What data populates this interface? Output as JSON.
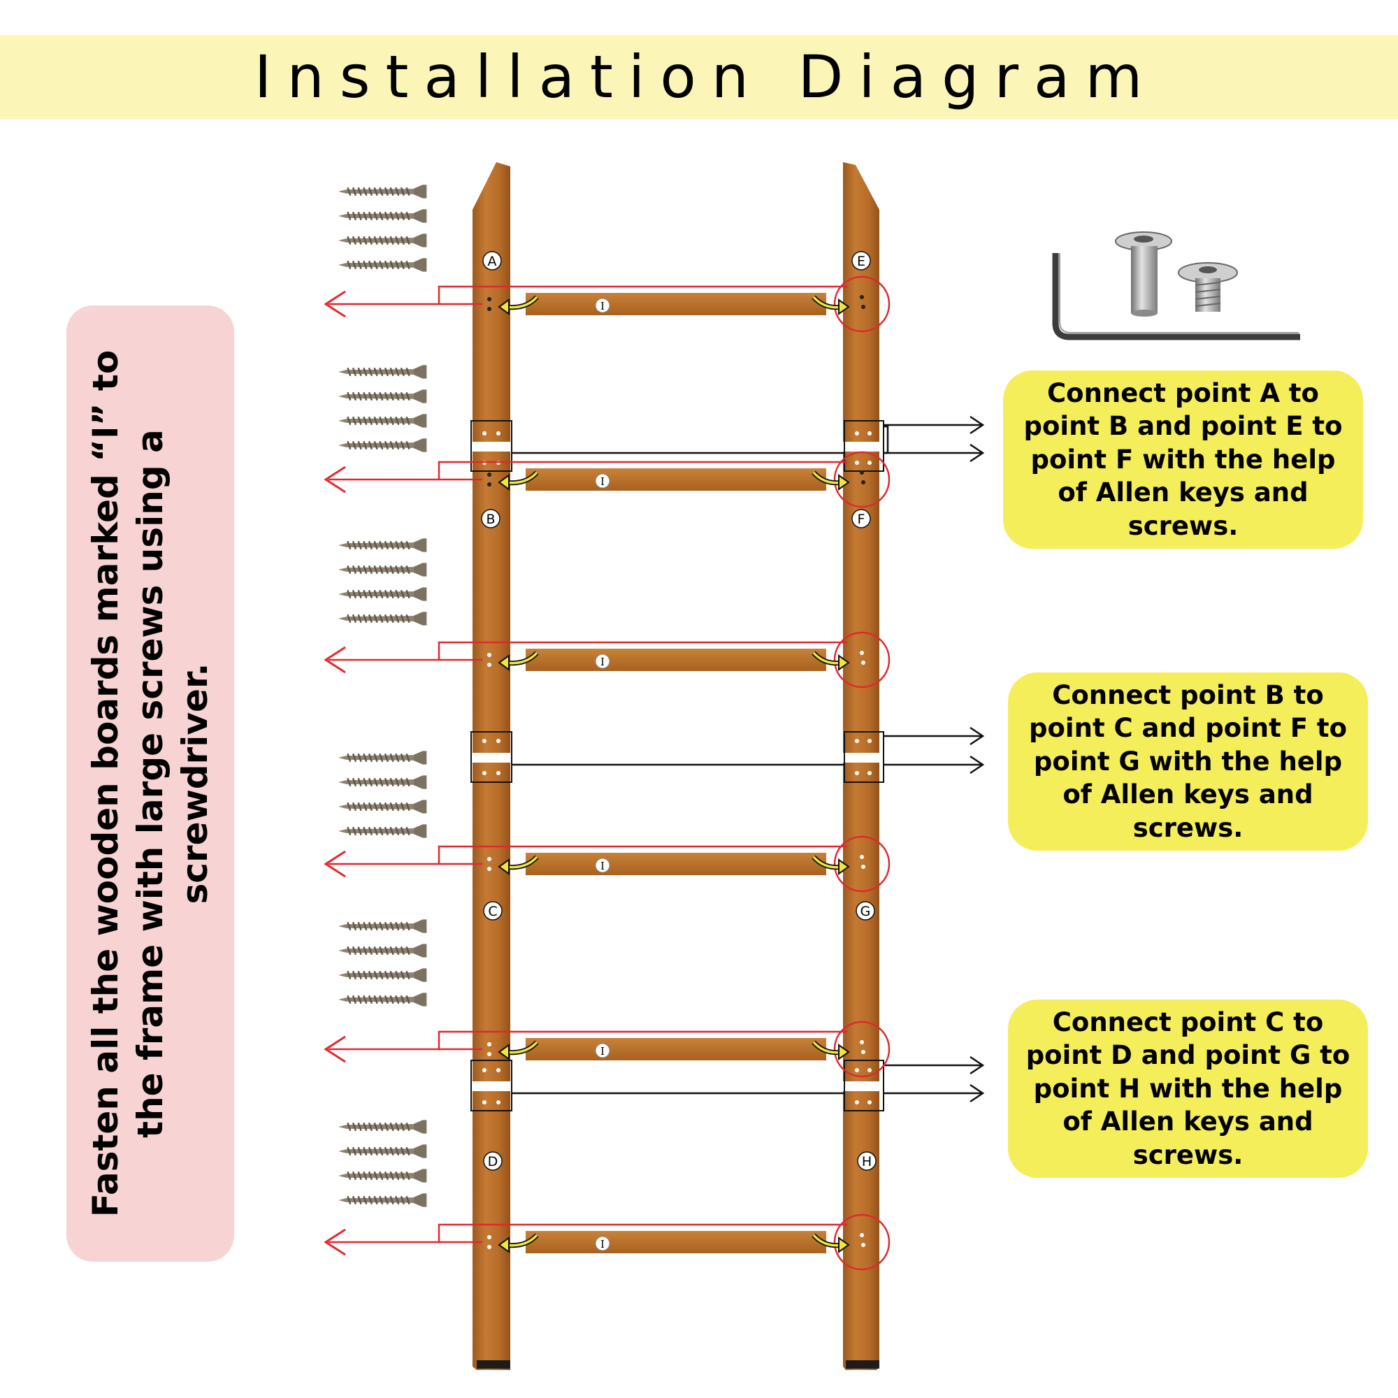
{
  "title": "Installation Diagram",
  "side_instruction": "Fasten all the wooden boards marked “I” to the frame with large screws using a screwdriver.",
  "callouts": [
    "Connect point A to point B and point E to point F with the help of Allen keys and screws.",
    "Connect point B to point C and point F to point G with the help of Allen keys and screws.",
    "Connect point C to point D and point G to point H with the help of Allen keys and screws."
  ],
  "point_labels": {
    "left": [
      "A",
      "B",
      "C",
      "D"
    ],
    "right": [
      "E",
      "F",
      "G",
      "H"
    ]
  },
  "board_label": "I",
  "colors": {
    "title_band": "#fbf6b7",
    "side_note": "#f7d3d3",
    "callout": "#f4ee5a",
    "wood": "#b86d28",
    "red_arrow": "#e0282e"
  },
  "icons": [
    "wood-screw-icon",
    "allen-key-icon",
    "barrel-nut-icon",
    "bolt-icon"
  ]
}
